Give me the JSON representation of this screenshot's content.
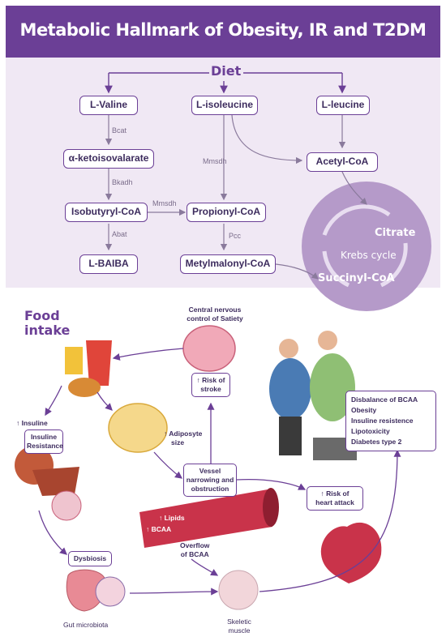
{
  "title": "Metabolic Hallmark of Obesity, IR and T2DM",
  "pathway": {
    "diet": "Diet",
    "valine": "L-Valine",
    "isoleucine": "L-isoleucine",
    "leucine": "L-leucine",
    "ketoisovalarate": "α-ketoisovalarate",
    "acetyl_coa": "Acetyl-CoA",
    "isobutyryl_coa": "Isobutyryl-CoA",
    "propionyl_coa": "Propionyl-CoA",
    "l_baiba": "L-BAIBA",
    "metylmalonyl_coa": "Metylmalonyl-CoA",
    "enzymes": {
      "bcat": "Bcat",
      "bkadh": "Bkadh",
      "abat": "Abat",
      "mmsdh_1": "Mmsdh",
      "mmsdh_2": "Mmsdh",
      "pcc": "Pcc"
    },
    "krebs": {
      "label": "Krebs cycle",
      "citrate": "Citrate",
      "succinyl": "Succinyl-CoA"
    }
  },
  "bottom": {
    "food_intake_1": "Food",
    "food_intake_2": "intake",
    "cns_1": "Central nervous",
    "cns_2": "control of Satiety",
    "stroke_1": "↑ Risk of",
    "stroke_2": "stroke",
    "insuline": "↑ Insuline",
    "insulin_resistance_1": "Insuline",
    "insulin_resistance_2": "Resistance",
    "adipocyte_1": "↑ Adiposyte",
    "adipocyte_2": "size",
    "vessel_1": "Vessel",
    "vessel_2": "narrowing and",
    "vessel_3": "obstruction",
    "lipids": "↑ Lipids",
    "bcaa": "↑ BCAA",
    "heart_1": "↑ Risk of",
    "heart_2": "heart attack",
    "overflow_1": "Overflow",
    "overflow_2": "of BCAA",
    "dysbiosis": "Dysbiosis",
    "gut_microbiota": "Gut microbiota",
    "skeletal_1": "Skeletic",
    "skeletal_2": "muscle",
    "conditions": [
      "Disbalance of BCAA",
      "Obesity",
      "Insuline resistence",
      "Lipotoxicity",
      "Diabetes type 2"
    ]
  },
  "colors": {
    "header": "#6b3f96",
    "pathway_bg": "#f0e8f4",
    "krebs": "#b59ac9",
    "arrow": "#6b3f96"
  }
}
